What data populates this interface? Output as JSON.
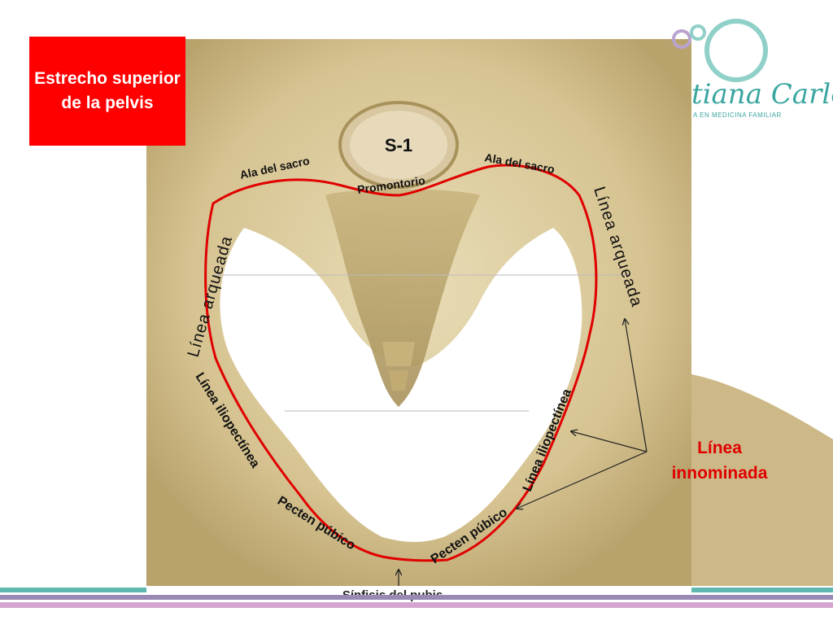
{
  "title": "Estrecho superior de la pelvis",
  "logo": {
    "text": "tiana Carles",
    "subtitle": "A EN MEDICINA FAMILIAR"
  },
  "labels": {
    "s1": "S-1",
    "ala_left": "Ala del sacro",
    "ala_right": "Ala del sacro",
    "promontorio": "Promontorio",
    "arqueada_left": "Línea arqueada",
    "arqueada_right": "Línea arqueada",
    "ilio_left": "Línea iliopectínea",
    "ilio_right": "Línea iliopectínea",
    "pecten_left": "Pecten púbico",
    "pecten_right": "Pecten púbico",
    "innominada": "Línea innominada",
    "sinfisis": "Sínfisis del pubis"
  },
  "colors": {
    "accent": "#e00000",
    "bone": "#d9c89a",
    "teal": "#5fb8b0",
    "lavender": "#b9a3cf"
  }
}
